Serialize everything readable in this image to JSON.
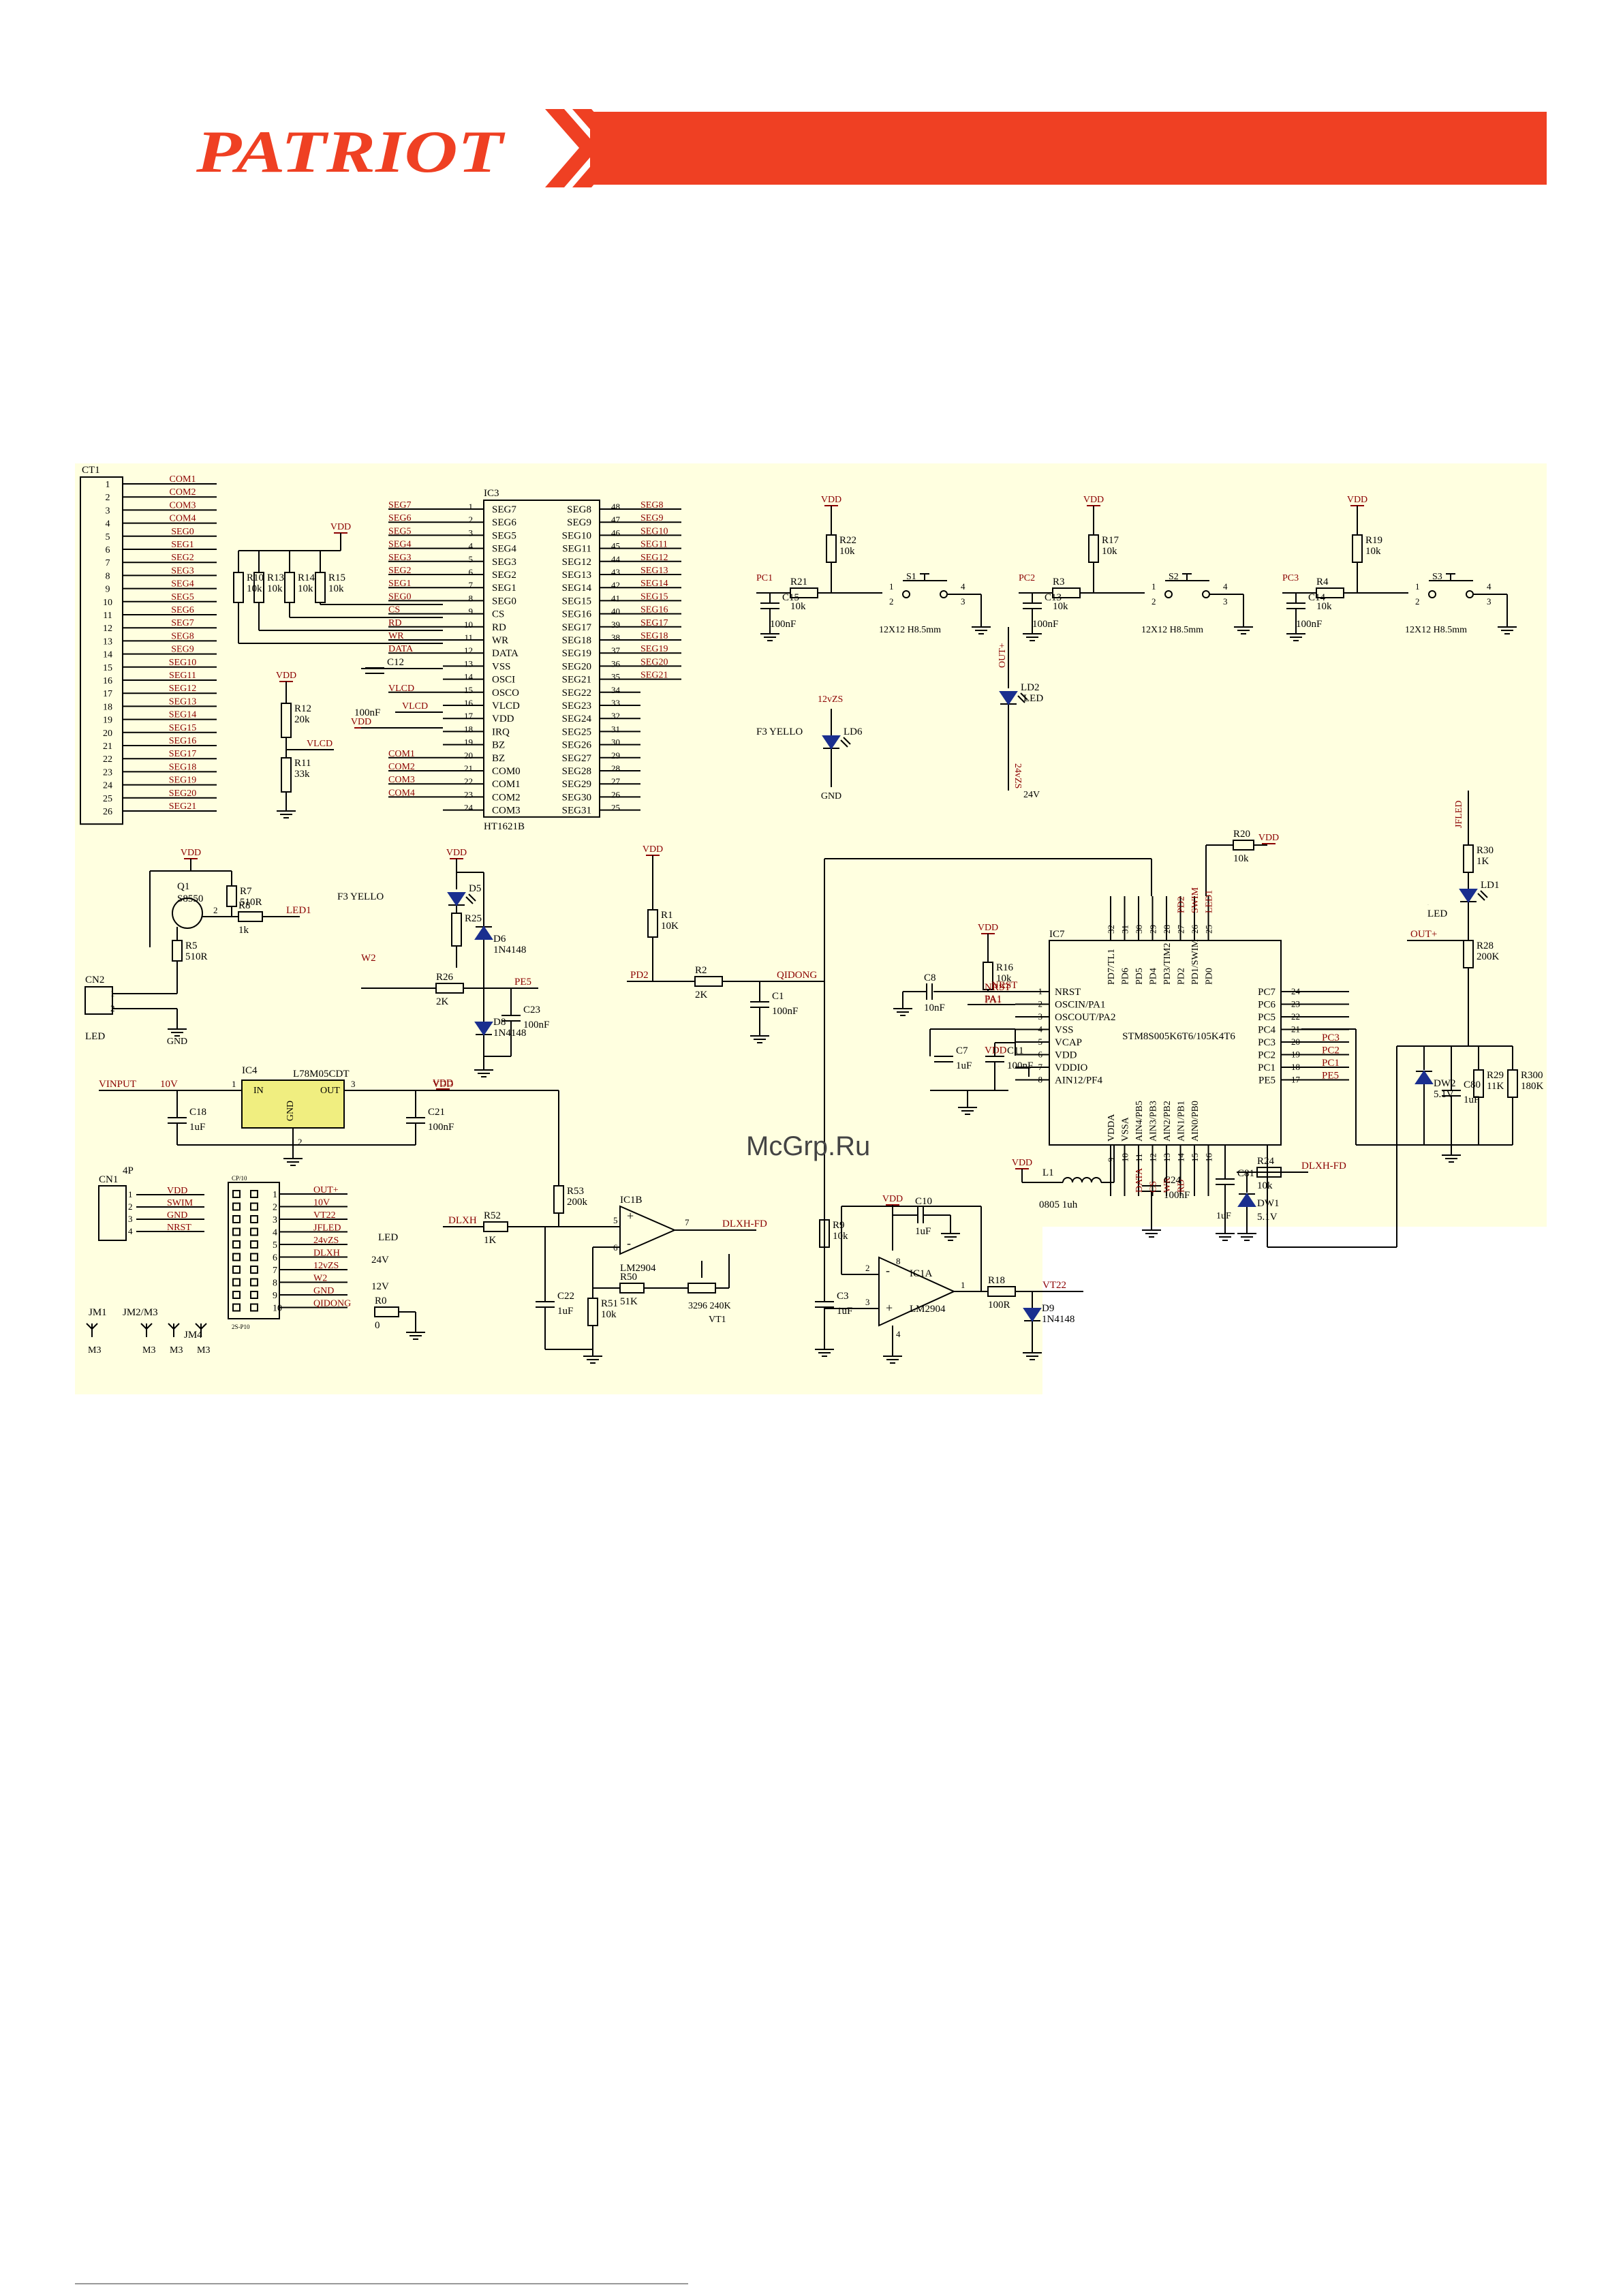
{
  "brand": {
    "name": "PATRIOT",
    "accent": "#ef4023"
  },
  "watermark": "McGrp.Ru",
  "ct1": {
    "ref": "CT1",
    "pins": [
      "1",
      "2",
      "3",
      "4",
      "5",
      "6",
      "7",
      "8",
      "9",
      "10",
      "11",
      "12",
      "13",
      "14",
      "15",
      "16",
      "17",
      "18",
      "19",
      "20",
      "21",
      "22",
      "23",
      "24",
      "25",
      "26"
    ],
    "signals": [
      "COM1",
      "COM2",
      "COM3",
      "COM4",
      "SEG0",
      "SEG1",
      "SEG2",
      "SEG3",
      "SEG4",
      "SEG5",
      "SEG6",
      "SEG7",
      "SEG8",
      "SEG9",
      "SEG10",
      "SEG11",
      "SEG12",
      "SEG13",
      "SEG14",
      "SEG15",
      "SEG16",
      "SEG17",
      "SEG18",
      "SEG19",
      "SEG20",
      "SEG21"
    ]
  },
  "ic3": {
    "ref": "IC3",
    "part": "HT1621B",
    "left_nets": [
      "SEG7",
      "SEG6",
      "SEG5",
      "SEG4",
      "SEG3",
      "SEG2",
      "SEG1",
      "SEG0",
      "CS",
      "RD",
      "WR",
      "DATA",
      "",
      "",
      "VLCD",
      "",
      "",
      "",
      "",
      "COM1",
      "COM2",
      "COM3",
      "COM4",
      ""
    ],
    "left_nums": [
      "1",
      "2",
      "3",
      "4",
      "5",
      "6",
      "7",
      "8",
      "9",
      "10",
      "11",
      "12",
      "13",
      "14",
      "15",
      "16",
      "17",
      "18",
      "19",
      "20",
      "21",
      "22",
      "23",
      "24"
    ],
    "left_pins": [
      "SEG7",
      "SEG6",
      "SEG5",
      "SEG4",
      "SEG3",
      "SEG2",
      "SEG1",
      "SEG0",
      "CS",
      "RD",
      "WR",
      "DATA",
      "VSS",
      "OSCI",
      "OSCO",
      "VLCD",
      "VDD",
      "IRQ",
      "BZ",
      "BZ",
      "COM0",
      "COM1",
      "COM2",
      "COM3"
    ],
    "right_pins": [
      "SEG8",
      "SEG9",
      "SEG10",
      "SEG11",
      "SEG12",
      "SEG13",
      "SEG14",
      "SEG15",
      "SEG16",
      "SEG17",
      "SEG18",
      "SEG19",
      "SEG20",
      "SEG21",
      "SEG22",
      "SEG23",
      "SEG24",
      "SEG25",
      "SEG26",
      "SEG27",
      "SEG28",
      "SEG29",
      "SEG30",
      "SEG31"
    ],
    "right_nums": [
      "48",
      "47",
      "46",
      "45",
      "44",
      "43",
      "42",
      "41",
      "40",
      "39",
      "38",
      "37",
      "36",
      "35",
      "34",
      "33",
      "32",
      "31",
      "30",
      "29",
      "28",
      "27",
      "26",
      "25"
    ],
    "right_nets": [
      "SEG8",
      "SEG9",
      "SEG10",
      "SEG11",
      "SEG12",
      "SEG13",
      "SEG14",
      "SEG15",
      "SEG16",
      "SEG17",
      "SEG18",
      "SEG19",
      "SEG20",
      "SEG21",
      "",
      "",
      "",
      "",
      "",
      "",
      "",
      "",
      "",
      ""
    ]
  },
  "ic7": {
    "ref": "IC7",
    "part": "STM8S005K6T6/105K4T6",
    "left_pins": [
      "NRST",
      "OSCIN/PA1",
      "OSCOUT/PA2",
      "VSS",
      "VCAP",
      "VDD",
      "VDDIO",
      "AIN12/PF4"
    ],
    "left_nums": [
      "1",
      "2",
      "3",
      "4",
      "5",
      "6",
      "7",
      "8"
    ],
    "left_nets": [
      "NRST",
      "PA1",
      "",
      "",
      "",
      "VDD",
      "",
      ""
    ],
    "right_pins": [
      "PC7",
      "PC6",
      "PC5",
      "PC4",
      "PC3",
      "PC2",
      "PC1",
      "PE5"
    ],
    "right_nums": [
      "24",
      "23",
      "22",
      "21",
      "20",
      "19",
      "18",
      "17"
    ],
    "right_nets": [
      "",
      "",
      "",
      "",
      "PC3",
      "PC2",
      "PC1",
      "PE5"
    ],
    "top_pins": [
      "PD7/TL1",
      "PD6",
      "PD5",
      "PD4",
      "PD3/TIM2",
      "PD2",
      "PD1/SWIM",
      "PD0"
    ],
    "top_nums": [
      "32",
      "31",
      "30",
      "29",
      "28",
      "27",
      "26",
      "25"
    ],
    "top_nets": [
      "",
      "",
      "",
      "",
      "",
      "PD2",
      "SWIM",
      "LED1"
    ],
    "bottom_pins": [
      "VDDA",
      "VSSA",
      "AIN4/PB5",
      "AIN3/PB3",
      "AIN2/PB2",
      "AIN1/PB1",
      "AIN0/PB0",
      ""
    ],
    "bottom_nums": [
      "9",
      "10",
      "11",
      "12",
      "13",
      "14",
      "15",
      "16"
    ],
    "bottom_nets": [
      "",
      "",
      "DATA",
      "CS",
      "WR",
      "RD",
      "",
      ""
    ]
  },
  "labels": {
    "vdd": "VDD",
    "gnd": "GND",
    "vlcd": "VLCD",
    "vinput": "VINPUT",
    "v10": "10V",
    "out_plus": "OUT+",
    "v24": "24V",
    "v24zs": "24vZS",
    "v12zs": "12vZS",
    "jfled": "JFLED",
    "dlxh_fd": "DLXH-FD",
    "dlxh": "DLXH",
    "qidong": "QIDONG",
    "vt22": "VT22",
    "pd2": "PD2",
    "pe5": "PE5",
    "w2": "W2",
    "led1": "LED1",
    "f3_yello": "F3 YELLO",
    "led": "LED",
    "lm2904": "LM2904",
    "l78m05cdt": "L78M05CDT",
    "in": "IN",
    "out": "OUT",
    "sw_size": "12X12 H8.5mm",
    "v12": "12V",
    "p4": "4P",
    "jm4": "JM4",
    "cp_title": "CP/10",
    "cp_sub": "2S-P10"
  },
  "cn1": {
    "ref": "CN1",
    "pins": [
      "1",
      "2",
      "3",
      "4"
    ],
    "nets": [
      "VDD",
      "SWIM",
      "GND",
      "NRST"
    ]
  },
  "cn2": {
    "ref": "CN2",
    "pins": [
      "1",
      "2"
    ]
  },
  "cp": {
    "pins": [
      "1",
      "2",
      "3",
      "4",
      "5",
      "6",
      "7",
      "8",
      "9",
      "10"
    ],
    "nets": [
      "OUT+",
      "10V",
      "VT22",
      "JFLED",
      "24vZS",
      "DLXH",
      "12vZS",
      "W2",
      "GND",
      "QIDONG"
    ]
  },
  "jm": {
    "refs": [
      "JM1",
      "JM2/M3"
    ],
    "subs": [
      "M3",
      "M3",
      "M3",
      "M3"
    ]
  },
  "parts": {
    "R1": "R1",
    "R1v": "10K",
    "R2": "R2",
    "R2v": "2K",
    "R3": "R3",
    "R3v": "10k",
    "R4": "R4",
    "R4v": "10k",
    "R5": "R5",
    "R5v": "510R",
    "R7": "R7",
    "R7v": "510R",
    "R8": "R8",
    "R8v": "1k",
    "R9": "R9",
    "R9v": "10k",
    "R10": "R10",
    "R13": "R13",
    "R14": "R14",
    "R15": "R15",
    "R10v": "10k",
    "R11": "R11",
    "R11v": "33k",
    "R12": "R12",
    "R12v": "20k",
    "R16": "R16",
    "R16v": "10k",
    "R17": "R17",
    "R17v": "10k",
    "R18": "R18",
    "R18v": "100R",
    "R19": "R19",
    "R19v": "10k",
    "R20": "R20",
    "R20v": "10k",
    "R21": "R21",
    "R21v": "10k",
    "R22": "R22",
    "R22v": "10k",
    "R24": "R24",
    "R24v": "10k",
    "R25": "R25",
    "R26": "R26",
    "R26v": "2K",
    "R28": "R28",
    "R28v": "200K",
    "R29": "R29",
    "R29v": "11K",
    "R30": "R30",
    "R30v": "1K",
    "R300": "R300",
    "R300v": "180K",
    "R50": "R50",
    "R50v": "51K",
    "R51": "R51",
    "R51v": "10k",
    "R52": "R52",
    "R52v": "1K",
    "R53": "R53",
    "R53v": "200k",
    "R0": "R0",
    "R0v": "0",
    "C1": "C1",
    "C1v": "100nF",
    "C3": "C3",
    "C3v": "1uF",
    "C7": "C7",
    "C7v": "1uF",
    "C8": "C8",
    "C8v": "10nF",
    "C10": "C10",
    "C10v": "1uF",
    "C11": "C11",
    "C11v": "100nF",
    "C12": "C12",
    "C12v": "100nF",
    "C13": "C13",
    "C13v": "100nF",
    "C14": "C14",
    "C14v": "100nF",
    "C15": "C15",
    "C15v": "100nF",
    "C18": "C18",
    "C18v": "1uF",
    "C21": "C21",
    "C21v": "100nF",
    "C22": "C22",
    "C22v": "1uF",
    "C23": "C23",
    "C23v": "100nF",
    "C24": "C24",
    "C24v": "100nF",
    "C80": "C80",
    "C80v": "1uF",
    "C81": "C81",
    "C81v": "1uF",
    "D5": "D5",
    "D6": "D6",
    "D6v": "1N4148",
    "D8": "D8",
    "D8v": "1N4148",
    "D9": "D9",
    "D9v": "1N4148",
    "DW1": "DW1",
    "DW1v": "5.1V",
    "DW2": "DW2",
    "DW2v": "5.1V",
    "LD1": "LD1",
    "LD2": "LD2",
    "LD6": "LD6",
    "Q1": "Q1",
    "Q1v": "S8550",
    "S1": "S1",
    "S2": "S2",
    "S3": "S3",
    "L1": "L1",
    "L1v": "0805 1uh",
    "VT1": "VT1",
    "VT1v": "3296 240K",
    "IC1A": "IC1A",
    "IC1B": "IC1B",
    "IC4": "IC4",
    "PC1": "PC1",
    "PC2": "PC2",
    "PC3": "PC3",
    "PA1": "PA1",
    "DLXH_in": "DLXH"
  }
}
